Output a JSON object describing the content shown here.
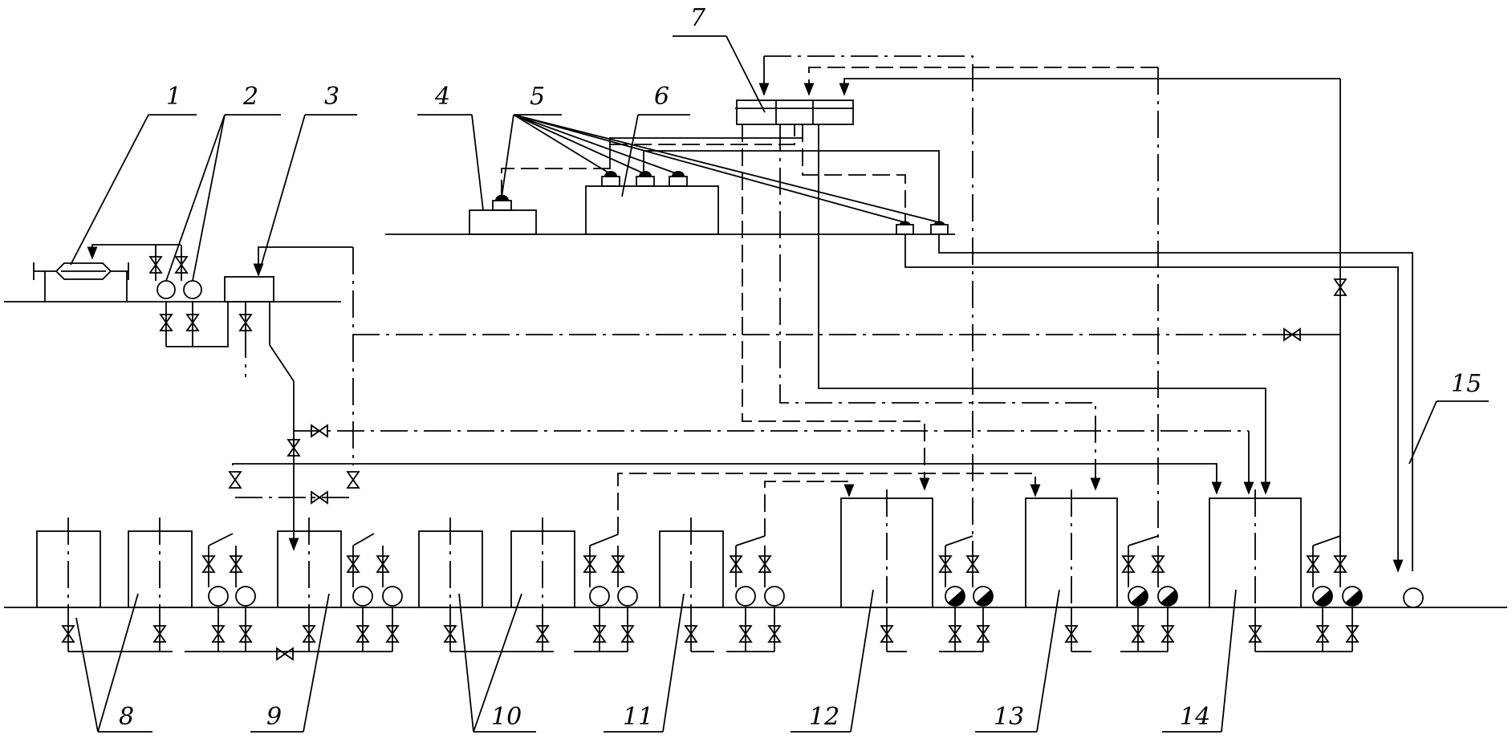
{
  "callouts": [
    {
      "id": "callout-1",
      "text": "1"
    },
    {
      "id": "callout-2",
      "text": "2"
    },
    {
      "id": "callout-3",
      "text": "3"
    },
    {
      "id": "callout-4",
      "text": "4"
    },
    {
      "id": "callout-5",
      "text": "5"
    },
    {
      "id": "callout-6",
      "text": "6"
    },
    {
      "id": "callout-7",
      "text": "7"
    },
    {
      "id": "callout-8",
      "text": "8"
    },
    {
      "id": "callout-9",
      "text": "9"
    },
    {
      "id": "callout-10",
      "text": "10"
    },
    {
      "id": "callout-11",
      "text": "11"
    },
    {
      "id": "callout-12",
      "text": "12"
    },
    {
      "id": "callout-13",
      "text": "13"
    },
    {
      "id": "callout-14",
      "text": "14"
    },
    {
      "id": "callout-15",
      "text": "15"
    }
  ],
  "colors": {
    "ink": "#000000",
    "background": "#ffffff"
  }
}
